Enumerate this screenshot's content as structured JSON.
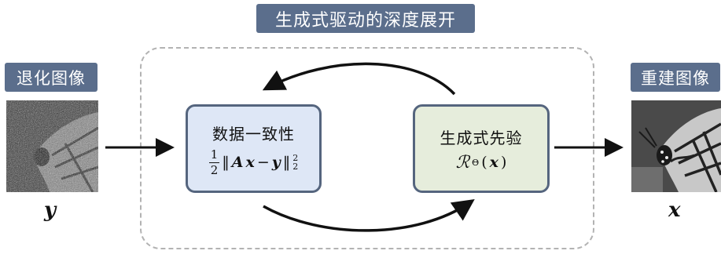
{
  "title": "生成式驱动的深度展开",
  "input": {
    "label": "退化图像",
    "variable": "y"
  },
  "output": {
    "label": "重建图像",
    "variable": "x"
  },
  "data_consistency": {
    "title": "数据一致性",
    "frac_num": "1",
    "frac_den": "2",
    "norm_open": "‖",
    "A": "A",
    "x": "x",
    "minus": "−",
    "y": "y",
    "norm_close": "‖",
    "sub": "2",
    "sup": "2"
  },
  "prior": {
    "title": "生成式先验",
    "symbol": "ℛ",
    "symbol_sub": "Θ",
    "arg_open": "(",
    "arg": "x",
    "arg_close": ")"
  },
  "colors": {
    "pill": "#5b6e8c",
    "dc_fill": "#dee7f6",
    "prior_fill": "#e6eddc",
    "border": "#55657e",
    "frame": "#b3b3b3"
  },
  "icons": [
    "noisy-butterfly-image",
    "restored-butterfly-image"
  ]
}
